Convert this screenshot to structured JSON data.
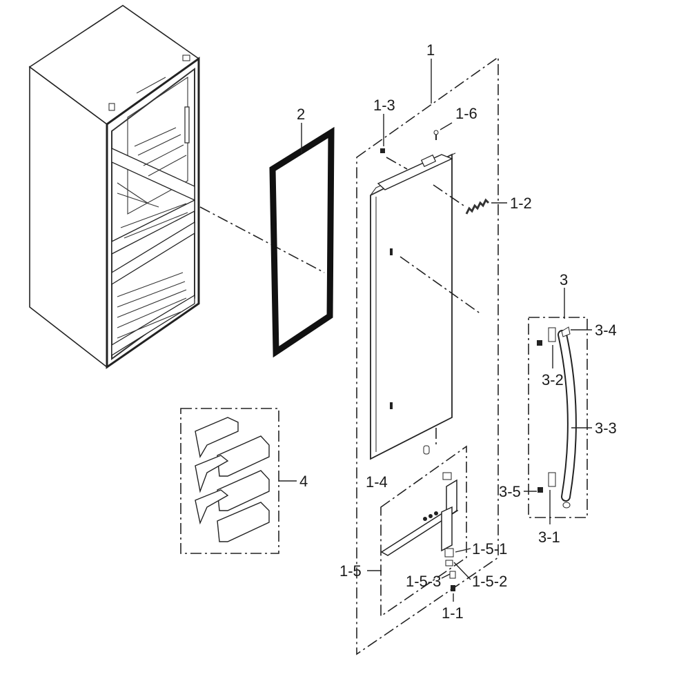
{
  "callouts": {
    "c1": "1",
    "c1_3": "1-3",
    "c1_6": "1-6",
    "c1_2": "1-2",
    "c2": "2",
    "c3": "3",
    "c3_4": "3-4",
    "c3_2": "3-2",
    "c3_3": "3-3",
    "c3_5": "3-5",
    "c3_1": "3-1",
    "c4": "4",
    "c1_4": "1-4",
    "c1_5_1": "1-5-1",
    "c1_5": "1-5",
    "c1_5_3": "1-5-3",
    "c1_5_2": "1-5-2",
    "c1_1": "1-1"
  },
  "colors": {
    "ink": "#222222",
    "paper": "#ffffff"
  }
}
